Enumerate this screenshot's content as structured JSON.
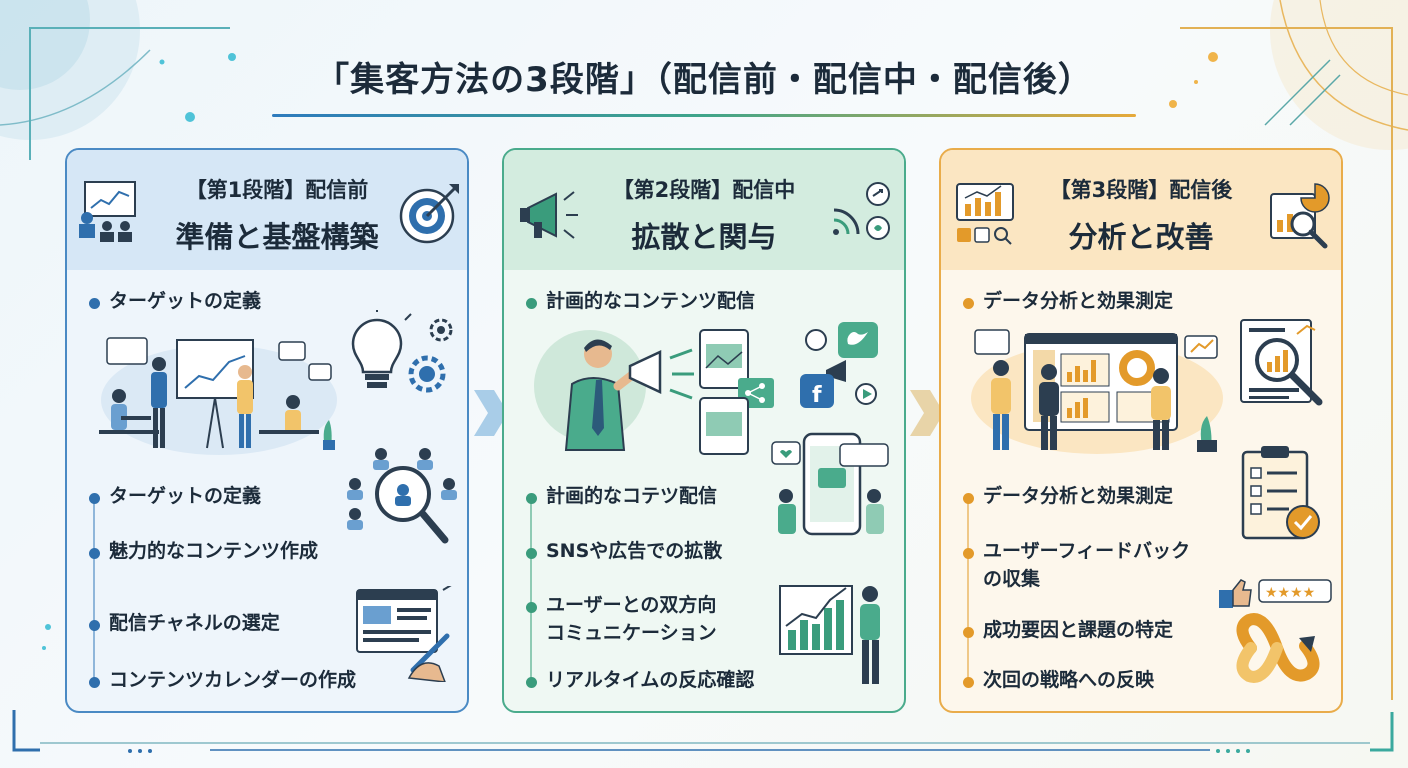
{
  "title": "「集客方法の3段階」（配信前・配信中・配信後）",
  "colors": {
    "stage1": "#4a8ac4",
    "stage2": "#4aab8c",
    "stage3": "#e9ac4a"
  },
  "stages": [
    {
      "label": "【第1段階】配信前",
      "title": "準備と基盤構築",
      "items": [
        "ターゲットの定義",
        "ターゲットの定義",
        "魅力的なコンテンツ作成",
        "配信チャネルの選定",
        "コンテンツカレンダーの作成"
      ]
    },
    {
      "label": "【第2段階】配信中",
      "title": "拡散と関与",
      "items": [
        "計画的なコンテンツ配信",
        "計画的なコテツ配信",
        "SNSや広告での拡散",
        "ユーザーとの双方向\nコミュニケーション",
        "リアルタイムの反応確認"
      ]
    },
    {
      "label": "【第3段階】配信後",
      "title": "分析と改善",
      "items": [
        "データ分析と効果測定",
        "データ分析と効果測定",
        "ユーザーフィードバック\nの収集",
        "成功要因と課題の特定",
        "次回の戦略への反映"
      ]
    }
  ]
}
